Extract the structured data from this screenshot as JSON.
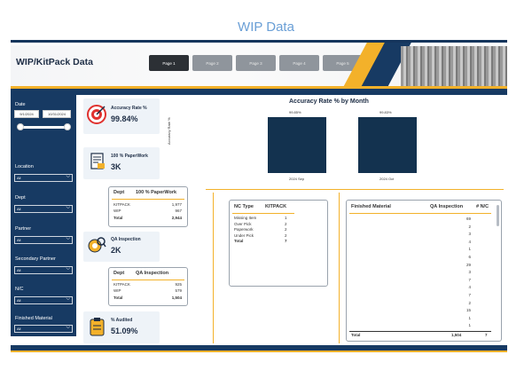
{
  "caption": "WIP Data",
  "header": {
    "title": "WIP/KitPack Data",
    "pages": [
      "Page 1",
      "Page 2",
      "Page 3",
      "Page 4",
      "Page 5"
    ]
  },
  "filters": {
    "date_label": "Date",
    "date_start": "9/1/2024",
    "date_end": "10/31/2024",
    "location_label": "Location",
    "dept_label": "Dept",
    "partner_label": "Partner",
    "secondary_partner_label": "Secondary Partner",
    "nc_label": "N/C",
    "finished_material_label": "Finished Material",
    "all": "All"
  },
  "kpis": {
    "accuracy_title": "Accuracy Rate %",
    "accuracy_value": "99.84%",
    "paperwork_title": "100 % PaperWork",
    "paperwork_value": "3K",
    "qa_title": "QA Inspection",
    "qa_value": "2K",
    "audited_title": "% Audited",
    "audited_value": "51.09%"
  },
  "paperwork_table": {
    "headers": [
      "Dept",
      "100 % PaperWork"
    ],
    "rows": [
      [
        "KITPACK",
        "1,977"
      ],
      [
        "WIP",
        "967"
      ],
      [
        "Total",
        "2,944"
      ]
    ]
  },
  "qa_table": {
    "headers": [
      "Dept",
      "QA Inspection"
    ],
    "rows": [
      [
        "KITPACK",
        "925"
      ],
      [
        "WIP",
        "579"
      ],
      [
        "Total",
        "1,504"
      ]
    ]
  },
  "chart_data": {
    "type": "bar",
    "title": "Accuracy Rate % by Month",
    "ylabel": "Accuracy Rate %",
    "categories": [
      "2024 Sep",
      "2024 Oct"
    ],
    "values": [
      99.85,
      99.83
    ],
    "data_labels": [
      "99.85%",
      "99.83%"
    ]
  },
  "nc_table": {
    "headers": [
      "NC Type",
      "KITPACK"
    ],
    "rows": [
      [
        "Missing Item",
        "1"
      ],
      [
        "Over Pick",
        "2"
      ],
      [
        "Paperwork",
        "2"
      ],
      [
        "Under Pick",
        "2"
      ],
      [
        "Total",
        "7"
      ]
    ]
  },
  "fm_table": {
    "headers": [
      "Finished Material",
      "QA Inspection",
      "# N/C"
    ],
    "values": [
      "69",
      "2",
      "3",
      "4",
      "1",
      "6",
      "29",
      "3",
      "7",
      "4",
      "7",
      "2",
      "15",
      "1",
      "1"
    ],
    "total_label": "Total",
    "total_qa": "1,504",
    "total_nc": "7"
  },
  "colors": {
    "navy": "#173a63",
    "accent": "#f3b12a",
    "bar": "#13324f"
  }
}
